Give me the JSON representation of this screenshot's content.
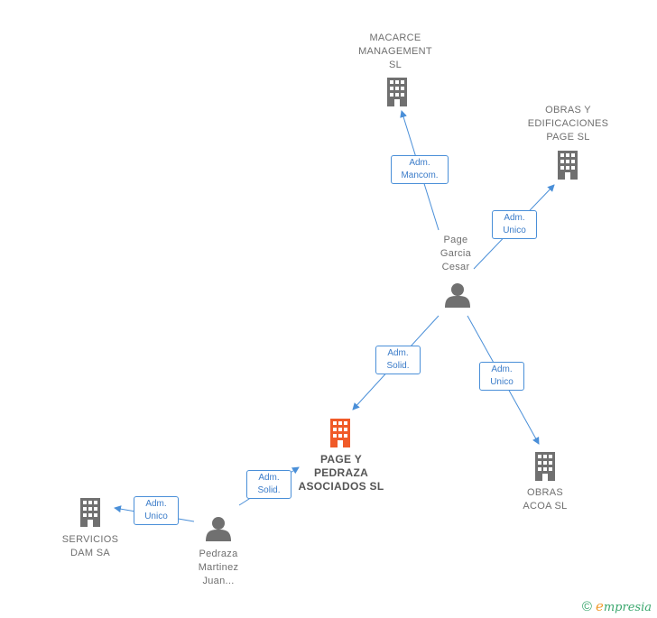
{
  "colors": {
    "edge": "#4a8fd8",
    "node": "#707070",
    "main_node": "#f05a28"
  },
  "nodes": {
    "macarce": {
      "lines": [
        "MACARCE",
        "MANAGEMENT",
        "SL"
      ],
      "icon": "building-icon"
    },
    "obras_edif": {
      "lines": [
        "OBRAS Y",
        "EDIFICACIONES",
        "PAGE SL"
      ],
      "icon": "building-icon"
    },
    "page_garcia": {
      "lines": [
        "Page",
        "Garcia",
        "Cesar"
      ],
      "icon": "person-icon"
    },
    "page_pedraza": {
      "lines": [
        "PAGE Y",
        "PEDRAZA",
        "ASOCIADOS SL"
      ],
      "icon": "building-icon"
    },
    "obras_acoa": {
      "lines": [
        "OBRAS",
        "ACOA SL"
      ],
      "icon": "building-icon"
    },
    "servicios": {
      "lines": [
        "SERVICIOS",
        "DAM SA"
      ],
      "icon": "building-icon"
    },
    "pedraza": {
      "lines": [
        "Pedraza",
        "Martinez",
        "Juan..."
      ],
      "icon": "person-icon"
    }
  },
  "edges": {
    "e1": [
      "Adm.",
      "Mancom."
    ],
    "e2": [
      "Adm.",
      "Unico"
    ],
    "e3": [
      "Adm.",
      "Solid."
    ],
    "e4": [
      "Adm.",
      "Unico"
    ],
    "e5": [
      "Adm.",
      "Solid."
    ],
    "e6": [
      "Adm.",
      "Unico"
    ]
  },
  "watermark": {
    "copyright": "©",
    "brand_initial": "e",
    "brand_rest": "mpresia"
  }
}
